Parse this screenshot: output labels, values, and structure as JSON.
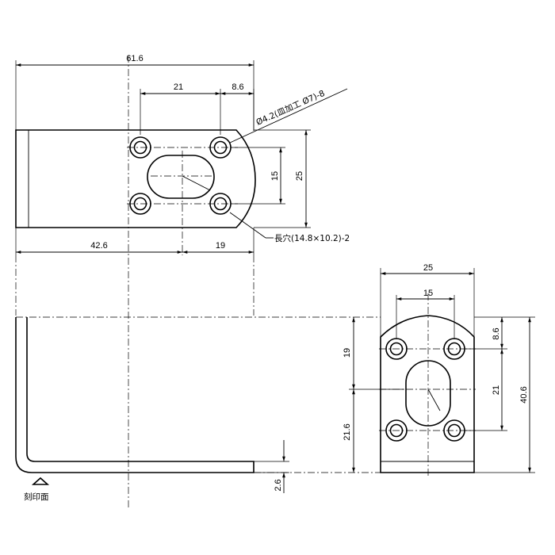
{
  "drawing": {
    "top_view": {
      "overall_width": "61.6",
      "hole_spacing_h": "21",
      "hole_offset_edge": "8.6",
      "hole_spacing_v": "15",
      "plate_width": "25",
      "left_to_slot": "42.6",
      "slot_to_edge": "19",
      "hole_note": "Ø4.2(皿加工 Ø7)-8",
      "slot_note": "長穴(14.8×10.2)-2"
    },
    "front_view": {
      "thickness": "2.6",
      "marking_surface_label": "刻印面"
    },
    "side_view": {
      "plate_width": "25",
      "hole_spacing_h": "15",
      "top_offset": "8.6",
      "hole_spacing_v": "21",
      "upper_height": "19",
      "lower_height": "21.6",
      "overall_height": "40.6"
    }
  }
}
